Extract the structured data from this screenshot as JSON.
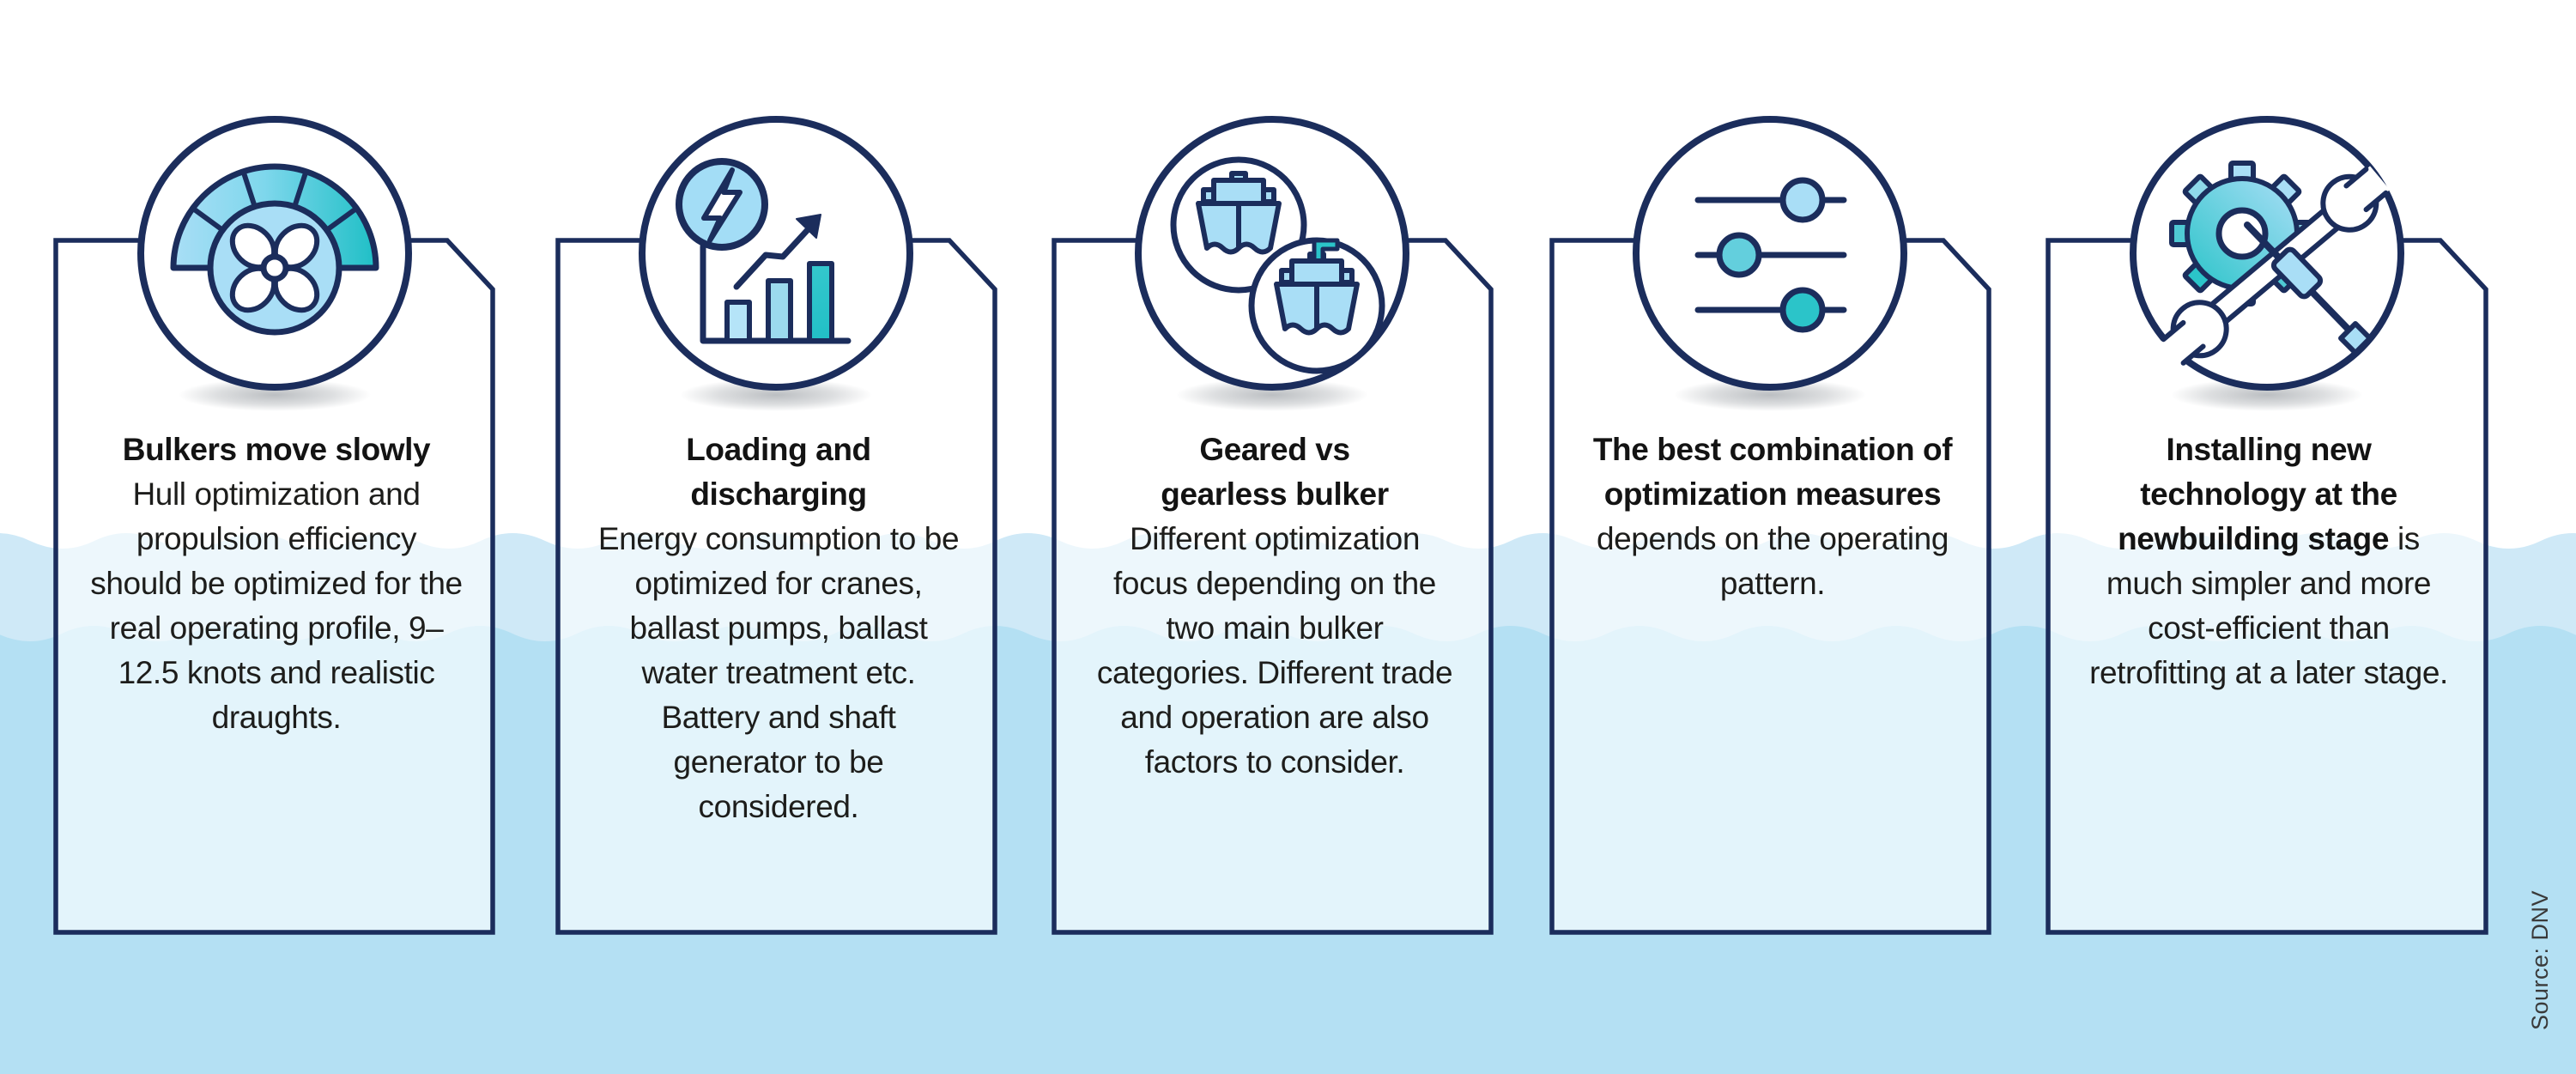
{
  "source_credit": "Source: DNV",
  "colors": {
    "navy_outline": "#1b2d5c",
    "text": "#1d1d1b",
    "light_blue": "#a9def6",
    "mid_cyan": "#63cfdd",
    "teal": "#2bc4c9",
    "wave_band_light": "#cfe9f7",
    "wave_band_medium": "#b4e0f3",
    "card_fill": "rgba(255,255,255,0.63)"
  },
  "cards": [
    {
      "icon": "speed-gauge-propeller-icon",
      "heading": "Bulkers move slowly",
      "body": "Hull optimization and propulsion efficiency should be optimized for the real operating profile, 9–12.5 knots and realistic draughts."
    },
    {
      "icon": "energy-bar-chart-icon",
      "heading": "Loading and\ndischarging",
      "body": "Energy consumption to be optimized for cranes, ballast pumps, ballast water treatment etc. Battery and shaft generator to be considered."
    },
    {
      "icon": "geared-gearless-ships-icon",
      "heading": "Geared vs\ngearless bulker",
      "body": "Different optimization focus depending on the two main bulker categories. Different trade and operation are also factors to consider."
    },
    {
      "icon": "option-sliders-icon",
      "bold_inline": "The best combination of optimization measures",
      "body": " depends on the operating pattern."
    },
    {
      "icon": "gear-wrench-screwdriver-icon",
      "bold_inline": "Installing new technology at the newbuilding stage",
      "body": " is much simpler and more cost-efficient than retrofitting at a later stage."
    }
  ]
}
